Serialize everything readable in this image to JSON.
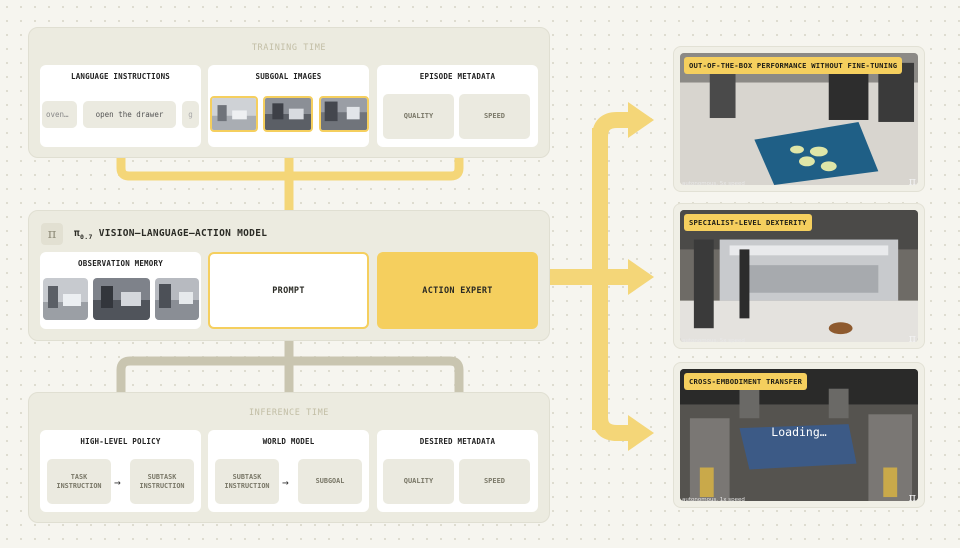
{
  "training": {
    "title": "TRAINING TIME",
    "language": {
      "title": "LANGUAGE INSTRUCTIONS",
      "items": [
        "oven…",
        "open the drawer",
        "g"
      ]
    },
    "subgoal": {
      "title": "SUBGOAL IMAGES"
    },
    "episode": {
      "title": "EPISODE METADATA",
      "items": [
        "QUALITY",
        "SPEED"
      ]
    }
  },
  "model": {
    "logo": "π",
    "title_prefix": "π",
    "title_sub": "0.7",
    "title_rest": " VISION–LANGUAGE–ACTION MODEL",
    "observation": {
      "title": "OBSERVATION MEMORY"
    },
    "prompt_label": "PROMPT",
    "action_label": "ACTION EXPERT"
  },
  "inference": {
    "title": "INFERENCE TIME",
    "high_level": {
      "title": "HIGH-LEVEL POLICY",
      "left": "TASK\nINSTRUCTION",
      "right": "SUBTASK\nINSTRUCTION",
      "arrow": "→"
    },
    "world_model": {
      "title": "WORLD MODEL",
      "left": "SUBTASK\nINSTRUCTION",
      "right": "SUBGOAL",
      "arrow": "→"
    },
    "desired": {
      "title": "DESIRED METADATA",
      "items": [
        "QUALITY",
        "SPEED"
      ]
    }
  },
  "videos": [
    {
      "tag": "OUT-OF-THE-BOX PERFORMANCE WITHOUT FINE-TUNING",
      "caption": "autonomous, 5x speed",
      "logo": "π"
    },
    {
      "tag": "SPECIALIST-LEVEL DEXTERITY",
      "caption": "autonomous, 5x speed",
      "logo": "π"
    },
    {
      "tag": "CROSS-EMBODIMENT TRANSFER",
      "caption": "autonomous, 1x speed",
      "logo": "π",
      "loading": "Loading…"
    }
  ],
  "colors": {
    "accent_yellow": "#f5cf5e",
    "flow_yellow": "#f4d678",
    "flow_gray": "#c9c5b0",
    "panel": "#ecebe0"
  }
}
